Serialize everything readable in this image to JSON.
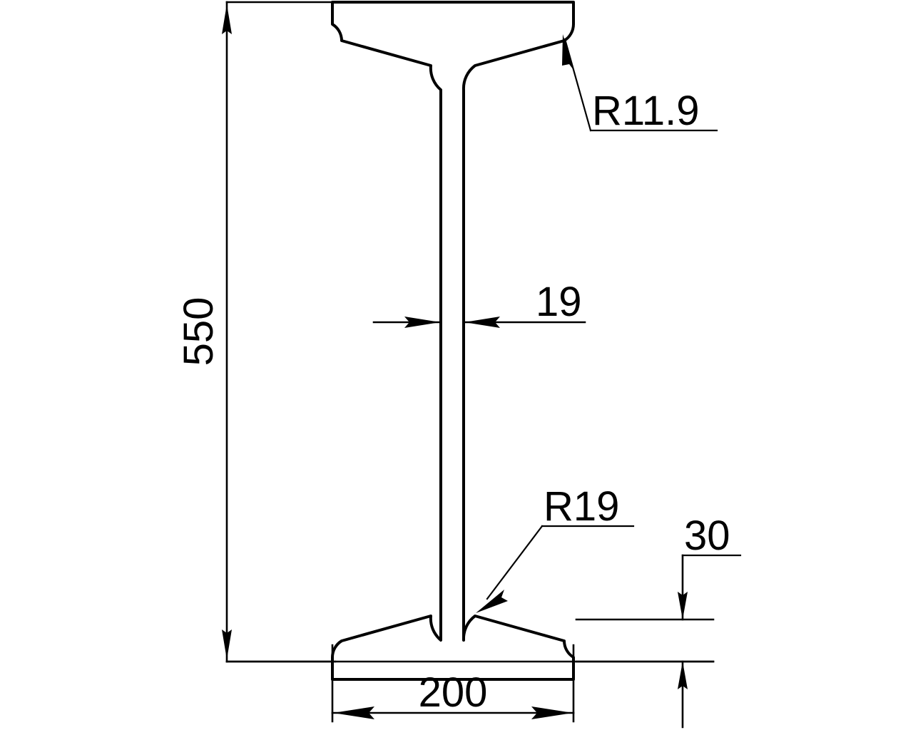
{
  "drawing": {
    "type": "engineering-drawing",
    "subject": "I-beam cross-section",
    "units": "mm",
    "background_color": "#ffffff",
    "line_color": "#000000",
    "dimensions": {
      "height": {
        "value": "550",
        "orientation": "vertical",
        "text_rotation": -90,
        "position": "left"
      },
      "flange_width": {
        "value": "200",
        "orientation": "horizontal",
        "position": "bottom"
      },
      "web_thickness": {
        "value": "19",
        "orientation": "horizontal",
        "position": "middle-right"
      },
      "flange_thickness": {
        "value": "30",
        "orientation": "vertical",
        "position": "bottom-right"
      },
      "flange_toe_radius": {
        "value": "R11.9",
        "orientation": "leader",
        "position": "top-right"
      },
      "root_fillet_radius": {
        "value": "R19",
        "orientation": "leader",
        "position": "bottom-right"
      }
    }
  }
}
